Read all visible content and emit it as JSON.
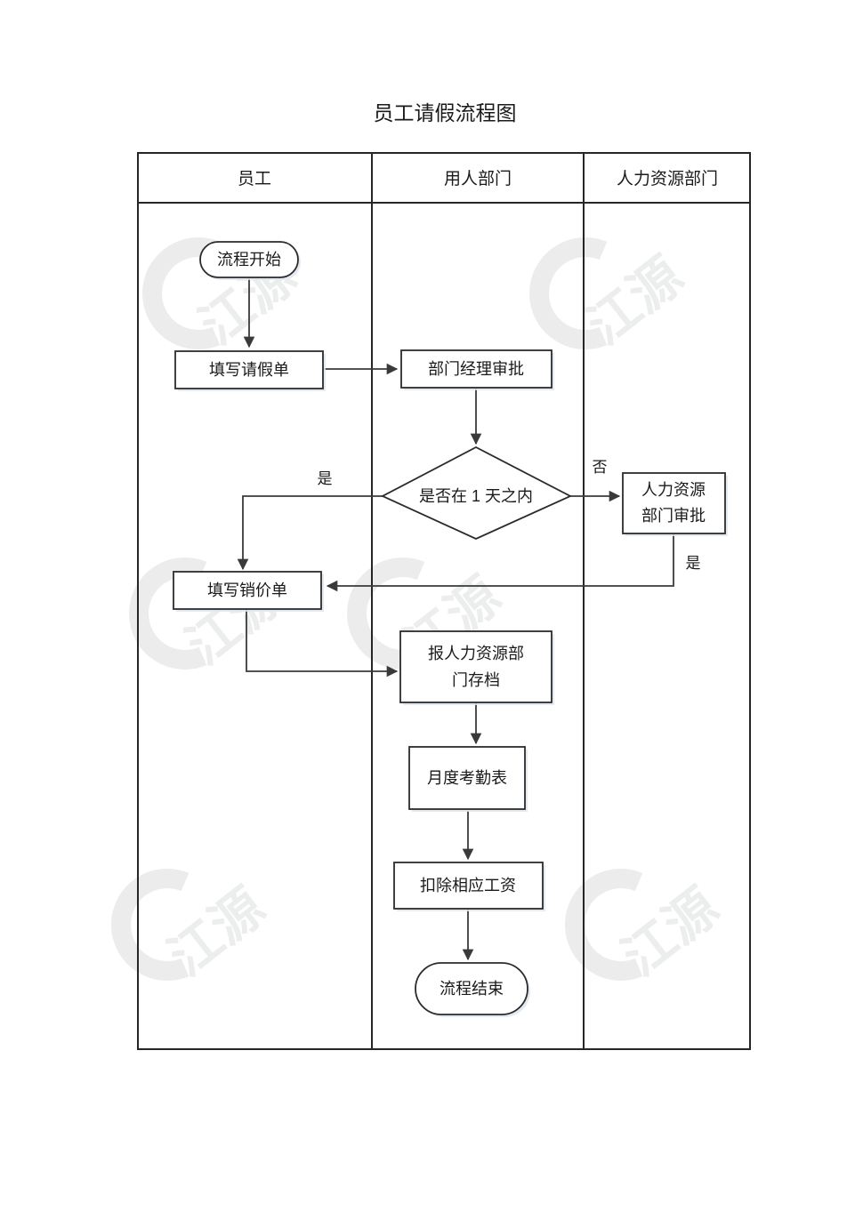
{
  "document": {
    "title": "员工请假流程图"
  },
  "lanes": [
    {
      "id": "employee",
      "label": "员工"
    },
    {
      "id": "department",
      "label": "用人部门"
    },
    {
      "id": "hr",
      "label": "人力资源部门"
    }
  ],
  "nodes": [
    {
      "id": "start",
      "type": "terminator",
      "lane": "employee",
      "label": "流程开始",
      "lines": [
        "流程开始"
      ]
    },
    {
      "id": "fill-leave",
      "type": "process",
      "lane": "employee",
      "label": "填写请假单",
      "lines": [
        "填写请假单"
      ]
    },
    {
      "id": "mgr-appr",
      "type": "process",
      "lane": "department",
      "label": "部门经理审批",
      "lines": [
        "部门经理审批"
      ]
    },
    {
      "id": "within-1day",
      "type": "decision",
      "lane": "department",
      "label": "是否在1天之内",
      "lines": [
        "是否在 1 天之内"
      ]
    },
    {
      "id": "hr-appr",
      "type": "process",
      "lane": "hr",
      "label": "人力资源部门审批",
      "lines": [
        "人力资源",
        "部门审批"
      ]
    },
    {
      "id": "fill-price",
      "type": "process",
      "lane": "employee",
      "label": "填写销价单",
      "lines": [
        "填写销价单"
      ]
    },
    {
      "id": "archive-hr",
      "type": "process",
      "lane": "department",
      "label": "报人力资源部门存档",
      "lines": [
        "报人力资源部",
        "门存档"
      ]
    },
    {
      "id": "attendance",
      "type": "process",
      "lane": "department",
      "label": "月度考勤表",
      "lines": [
        "月度考勤表"
      ]
    },
    {
      "id": "deduct-pay",
      "type": "process",
      "lane": "department",
      "label": "扣除相应工资",
      "lines": [
        "扣除相应工资"
      ]
    },
    {
      "id": "end",
      "type": "terminator",
      "lane": "department",
      "label": "流程结束",
      "lines": [
        "流程结束"
      ]
    }
  ],
  "edges": [
    {
      "id": "e-start-fill",
      "from": "start",
      "to": "fill-leave",
      "label": ""
    },
    {
      "id": "e-fill-mgr",
      "from": "fill-leave",
      "to": "mgr-appr",
      "label": ""
    },
    {
      "id": "e-mgr-decision",
      "from": "mgr-appr",
      "to": "within-1day",
      "label": ""
    },
    {
      "id": "e-decision-yes",
      "from": "within-1day",
      "to": "fill-price",
      "label": "是"
    },
    {
      "id": "e-decision-no",
      "from": "within-1day",
      "to": "hr-appr",
      "label": "否"
    },
    {
      "id": "e-hr-yes",
      "from": "hr-appr",
      "to": "fill-price",
      "label": "是"
    },
    {
      "id": "e-price-archive",
      "from": "fill-price",
      "to": "archive-hr",
      "label": ""
    },
    {
      "id": "e-archive-attendance",
      "from": "archive-hr",
      "to": "attendance",
      "label": ""
    },
    {
      "id": "e-attendance-deduct",
      "from": "attendance",
      "to": "deduct-pay",
      "label": ""
    },
    {
      "id": "e-deduct-end",
      "from": "deduct-pay",
      "to": "end",
      "label": ""
    }
  ],
  "watermark": {
    "text": "江源",
    "color": "#ececec"
  },
  "colors": {
    "background": "#ffffff",
    "stroke": "#2b2b2b",
    "text": "#1a1a1a",
    "shadow": "#dfe6ef"
  }
}
